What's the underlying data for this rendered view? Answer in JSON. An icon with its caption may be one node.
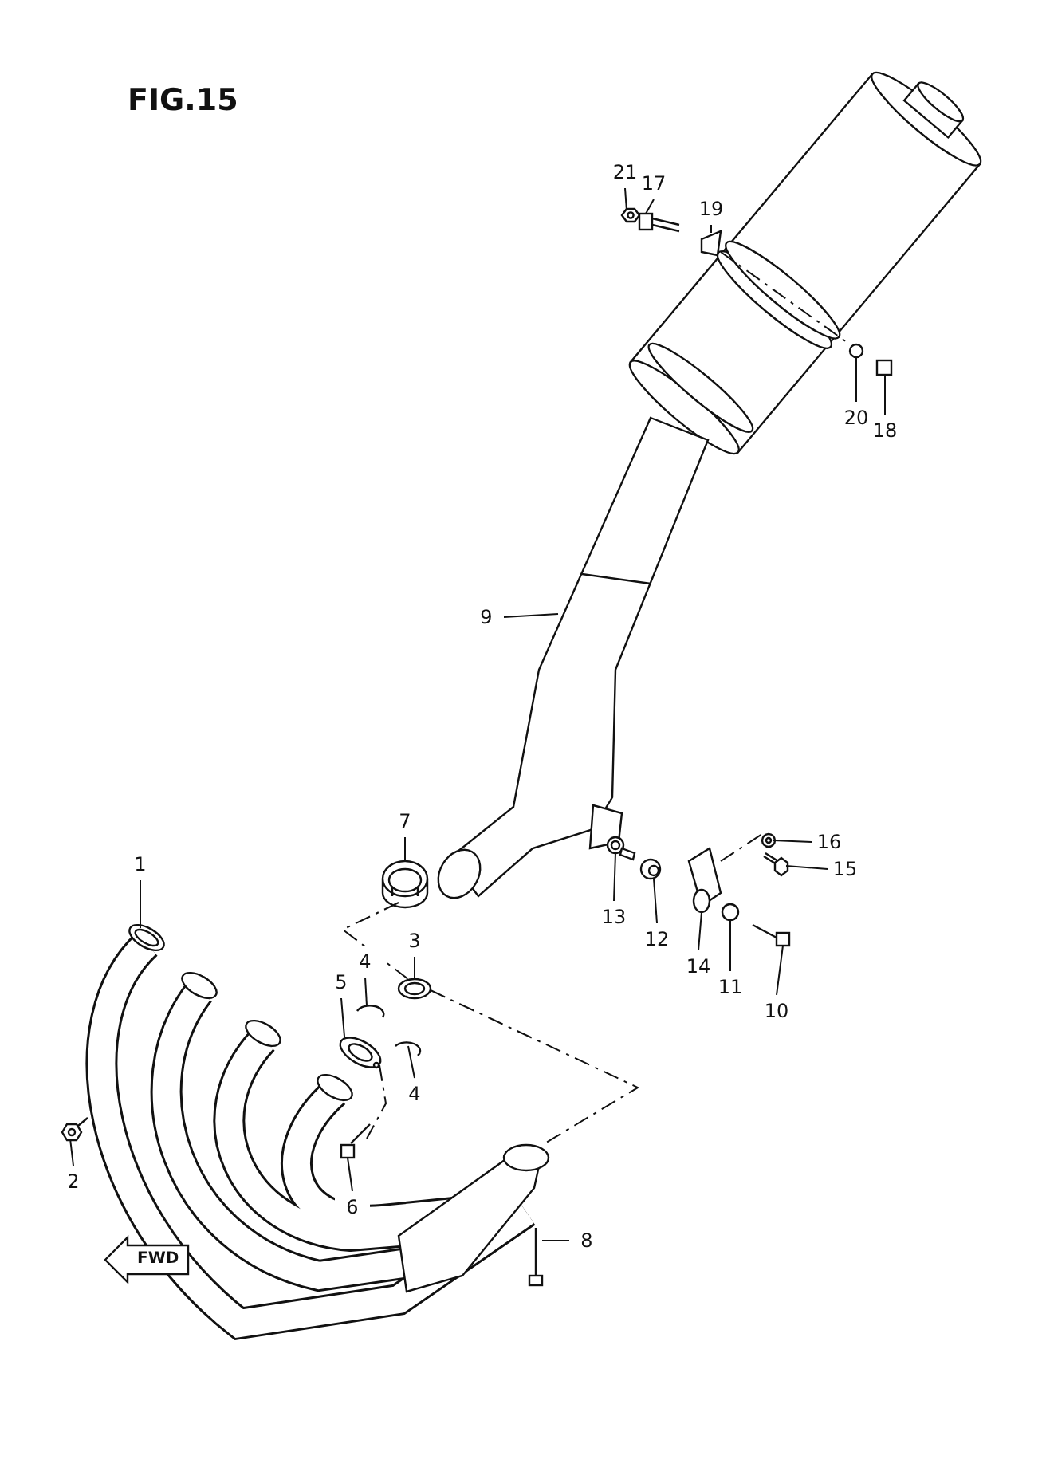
{
  "diagram": {
    "title": "FIG.15",
    "nodes": [
      {
        "text": [
          "21"
        ]
      },
      {
        "text": [
          "17"
        ]
      },
      {
        "text": [
          "19"
        ]
      },
      {
        "text": [
          "20"
        ]
      },
      {
        "text": [
          "18"
        ]
      },
      {
        "text": [
          "9"
        ]
      },
      {
        "text": [
          "7"
        ]
      },
      {
        "text": [
          "16"
        ]
      },
      {
        "text": [
          "1"
        ]
      },
      {
        "text": [
          "15"
        ]
      },
      {
        "text": [
          "13"
        ]
      },
      {
        "text": [
          "3"
        ]
      },
      {
        "text": [
          "12"
        ]
      },
      {
        "text": [
          "4"
        ]
      },
      {
        "text": [
          "5"
        ]
      },
      {
        "text": [
          "14"
        ]
      },
      {
        "text": [
          "11"
        ]
      },
      {
        "text": [
          "10"
        ]
      },
      {
        "text": [
          "4"
        ]
      },
      {
        "text": [
          "2"
        ]
      },
      {
        "text": [
          "6"
        ]
      },
      {
        "text": [
          "8"
        ]
      },
      {
        "text": [],
        "shape": "picture"
      },
      {
        "text": [],
        "shape": "picture"
      },
      {
        "text": [],
        "shape": "picture"
      },
      {
        "text": [],
        "shape": "picture"
      },
      {
        "text": [],
        "shape": "picture"
      },
      {
        "text": [],
        "shape": "picture"
      },
      {
        "text": [],
        "shape": "picture"
      },
      {
        "text": [],
        "shape": "picture"
      },
      {
        "text": [],
        "shape": "picture"
      },
      {
        "text": [],
        "shape": "picture"
      },
      {
        "text": [],
        "shape": "picture"
      },
      {
        "text": [],
        "shape": "picture"
      },
      {
        "text": [],
        "shape": "picture"
      },
      {
        "text": [],
        "shape": "picture"
      },
      {
        "text": [],
        "shape": "picture"
      },
      {
        "text": [],
        "shape": "picture"
      },
      {
        "text": [],
        "shape": "picture"
      },
      {
        "text": [],
        "shape": "picture"
      },
      {
        "text": [],
        "shape": "picture"
      },
      {
        "text": [],
        "shape": "picture"
      },
      {
        "text": [],
        "shape": "picture"
      },
      {
        "text": [],
        "shape": "picture"
      }
    ],
    "edges": [
      {
        "from": 0,
        "to": 22,
        "arrow": "none"
      },
      {
        "from": 1,
        "to": 23,
        "arrow": "none"
      },
      {
        "from": 2,
        "to": 24,
        "arrow": "none"
      },
      {
        "from": 3,
        "to": 25,
        "arrow": "none"
      },
      {
        "from": 4,
        "to": 26,
        "arrow": "none"
      },
      {
        "from": 5,
        "to": 27,
        "arrow": "none"
      },
      {
        "from": 6,
        "to": 28,
        "arrow": "none"
      },
      {
        "from": 7,
        "to": 29,
        "arrow": "none"
      },
      {
        "from": 8,
        "to": 30,
        "arrow": "none"
      },
      {
        "from": 9,
        "to": 31,
        "arrow": "none"
      },
      {
        "from": 10,
        "to": 32,
        "arrow": "none"
      },
      {
        "from": 11,
        "to": 33,
        "arrow": "none"
      },
      {
        "from": 12,
        "to": 34,
        "arrow": "none"
      },
      {
        "from": 13,
        "to": 35,
        "arrow": "none"
      },
      {
        "from": 14,
        "to": 36,
        "arrow": "none"
      },
      {
        "from": 15,
        "to": 37,
        "arrow": "none"
      },
      {
        "from": 16,
        "to": 38,
        "arrow": "none"
      },
      {
        "from": 17,
        "to": 39,
        "arrow": "none"
      },
      {
        "from": 18,
        "to": 40,
        "arrow": "none"
      },
      {
        "from": 19,
        "to": 41,
        "arrow": "none"
      },
      {
        "from": 20,
        "to": 42,
        "arrow": "none"
      },
      {
        "from": 21,
        "to": 43,
        "arrow": "none"
      },
      {
        "from": 24,
        "to": 25,
        "arrow": "none",
        "style": "dashed"
      },
      {
        "from": 28,
        "to": 33,
        "arrow": "none",
        "style": "dashed"
      },
      {
        "from": 33,
        "to": null,
        "arrow": "none",
        "style": "dashed"
      },
      {
        "from": 36,
        "to": 42,
        "arrow": "none",
        "style": "dashed"
      },
      {
        "from": 37,
        "to": 29,
        "arrow": "none",
        "style": "dashed"
      }
    ],
    "labels": [
      "FWD"
    ]
  }
}
